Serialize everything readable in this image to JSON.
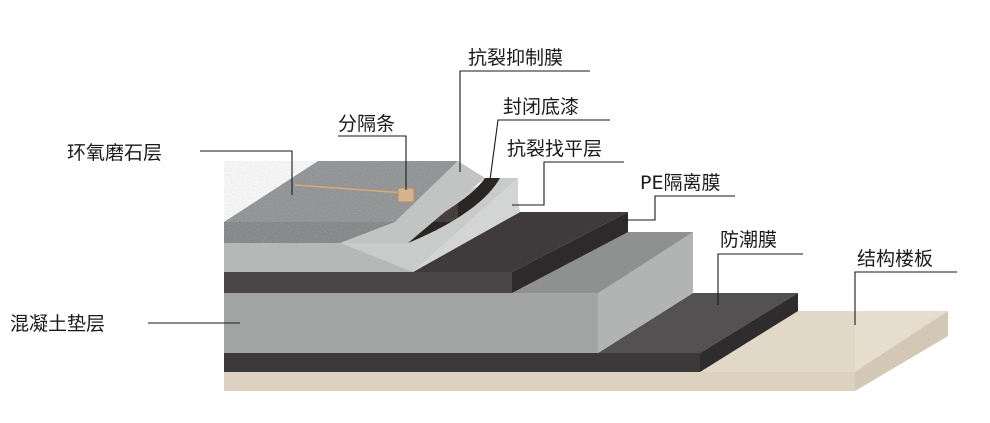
{
  "labels": {
    "anti_crack_membrane": "抗裂抑制膜",
    "sealing_primer": "封闭底漆",
    "divider_strip": "分隔条",
    "epoxy_terrazzo": "环氧磨石层",
    "anti_crack_leveling": "抗裂找平层",
    "pe_isolation": "PE隔离膜",
    "moisture_barrier": "防潮膜",
    "structural_slab": "结构楼板",
    "concrete_cushion": "混凝土垫层"
  },
  "colors": {
    "structural_slab": "#e2d8c8",
    "moisture_barrier": "#4a4748",
    "concrete_cushion": "#a3a5a4",
    "pe_isolation": "#3f3b3c",
    "leveling": "#c5c7c6",
    "primer": "#2b2626",
    "terrazzo": "#8b8e8f",
    "divider_strip": "#d9a870"
  }
}
